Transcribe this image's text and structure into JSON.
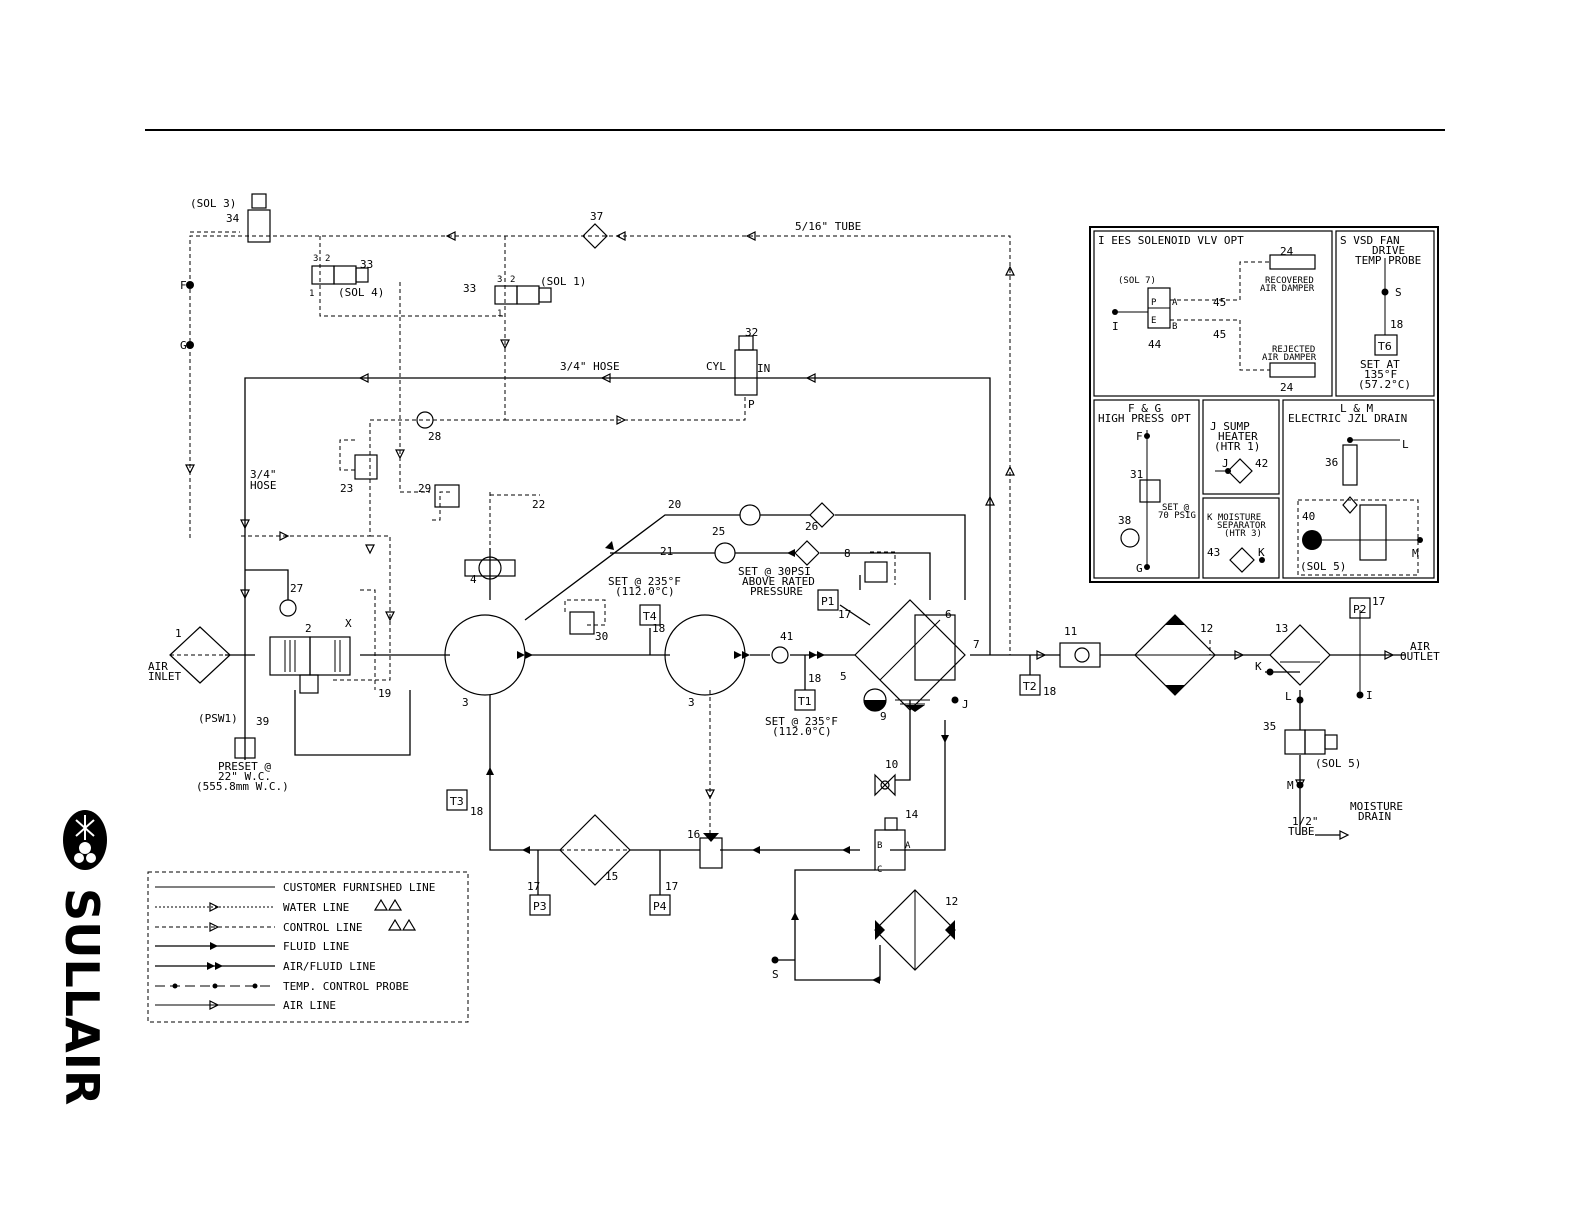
{
  "labels": {
    "sol3": "(SOL 3)",
    "sol4": "(SOL 4)",
    "sol1": "(SOL 1)",
    "tube": "5/16\" TUBE",
    "hose34": "3/4\" HOSE",
    "hose34b_1": "3/4\"",
    "hose34b_2": "HOSE",
    "cyl": "CYL",
    "in": "IN",
    "p": "P",
    "air_inlet_1": "AIR",
    "air_inlet_2": "INLET",
    "psw1": "(PSW1)",
    "preset_1": "PRESET @",
    "preset_2": "22\" W.C.",
    "preset_3": "(555.8mm W.C.)",
    "set235a_1": "SET @ 235°F",
    "set235a_2": "(112.0°C)",
    "set30_1": "SET @ 30PSI",
    "set30_2": "ABOVE RATED",
    "set30_3": "PRESSURE",
    "set235b_1": "SET @ 235°F",
    "set235b_2": "(112.0°C)",
    "air_outlet_1": "AIR",
    "air_outlet_2": "OUTLET",
    "sol5": "(SOL 5)",
    "tube12_1": "1/2\"",
    "tube12_2": "TUBE",
    "moisture_drain_1": "MOISTURE",
    "moisture_drain_2": "DRAIN",
    "f": "F",
    "g": "G",
    "s": "S",
    "k": "K",
    "l": "L",
    "i": "I",
    "m": "M",
    "j": "J",
    "x": "X",
    "port_a": "A",
    "port_b": "B",
    "port_c": "C"
  },
  "numbers": {
    "n1": "1",
    "n2": "2",
    "n3a": "3",
    "n3b": "3",
    "n4": "4",
    "n5": "5",
    "n6": "6",
    "n7": "7",
    "n8": "8",
    "n9": "9",
    "n10": "10",
    "n11": "11",
    "n12a": "12",
    "n12b": "12",
    "n13": "13",
    "n14": "14",
    "n15": "15",
    "n16": "16",
    "n17a": "17",
    "n17b": "17",
    "n17c": "17",
    "n17d": "17",
    "n18a": "18",
    "n18b": "18",
    "n18c": "18",
    "n18d": "18",
    "n19": "19",
    "n20": "20",
    "n21": "21",
    "n22": "22",
    "n23": "23",
    "n24": "24",
    "n25": "25",
    "n26": "26",
    "n27": "27",
    "n28": "28",
    "n29": "29",
    "n30": "30",
    "n32": "32",
    "n33a": "33",
    "n33b": "33",
    "n34": "34",
    "n35": "35",
    "n37": "37",
    "n39": "39",
    "n41": "41",
    "p3": "3",
    "p2": "2",
    "p1": "1",
    "p3b": "3",
    "p2b": "2",
    "p1b": "1"
  },
  "gauges": {
    "t1": "T1",
    "t2": "T2",
    "t3": "T3",
    "t4": "T4",
    "p1": "P1",
    "p2": "P2",
    "p3": "P3",
    "p4": "P4"
  },
  "insets": {
    "i_title": "I EES SOLENOID VLV OPT",
    "i_sol7": "(SOL 7)",
    "i_24a": "24",
    "i_24b": "24",
    "i_45a": "45",
    "i_45b": "45",
    "i_44": "44",
    "i_i": "I",
    "i_p": "P",
    "i_e": "E",
    "i_a": "A",
    "i_b": "B",
    "i_rec_1": "RECOVERED",
    "i_rec_2": "AIR DAMPER",
    "i_rej_1": "REJECTED",
    "i_rej_2": "AIR DAMPER",
    "s_title_1": "S  VSD FAN",
    "s_title_2": "DRIVE",
    "s_title_3": "TEMP PROBE",
    "s_s": "S",
    "s_18": "18",
    "s_t6": "T6",
    "s_set_1": "SET AT",
    "s_set_2": "135°F",
    "s_set_3": "(57.2°C)",
    "fg_title_1": "F & G",
    "fg_title_2": "HIGH PRESS OPT",
    "fg_f": "F",
    "fg_g": "G",
    "fg_31": "31",
    "fg_38": "38",
    "fg_set_1": "SET @",
    "fg_set_2": "70 PSIG",
    "j_title_1": "J  SUMP",
    "j_title_2": "HEATER",
    "j_title_3": "(HTR 1)",
    "j_j": "J",
    "j_42": "42",
    "k_title_1": "K MOISTURE",
    "k_title_2": "SEPARATOR",
    "k_title_3": "(HTR 3)",
    "k_43": "43",
    "k_k": "K",
    "lm_title_1": "L & M",
    "lm_title_2": "ELECTRIC JZL DRAIN",
    "lm_l": "L",
    "lm_m": "M",
    "lm_36": "36",
    "lm_40": "40",
    "lm_sol5": "(SOL 5)"
  },
  "legend": [
    {
      "label": "CUSTOMER FURNISHED LINE"
    },
    {
      "label": "WATER LINE"
    },
    {
      "label": "CONTROL LINE"
    },
    {
      "label": "FLUID LINE"
    },
    {
      "label": "AIR/FLUID LINE"
    },
    {
      "label": "TEMP. CONTROL PROBE"
    },
    {
      "label": "AIR LINE"
    }
  ],
  "logo": {
    "text": "SULLAIR"
  }
}
